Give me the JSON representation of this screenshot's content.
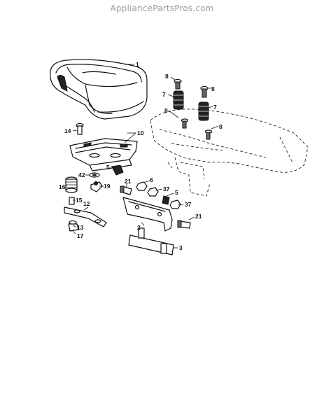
{
  "watermark": "AppliancePartsPros.com",
  "callouts": [
    {
      "key": "c1",
      "text": "1"
    },
    {
      "key": "c8a",
      "text": "8"
    },
    {
      "key": "c8b",
      "text": "8"
    },
    {
      "key": "c7a",
      "text": "7"
    },
    {
      "key": "c7b",
      "text": "7"
    },
    {
      "key": "c8c",
      "text": "8"
    },
    {
      "key": "c8d",
      "text": "8"
    },
    {
      "key": "c14",
      "text": "14"
    },
    {
      "key": "c10",
      "text": "10"
    },
    {
      "key": "c42",
      "text": "42"
    },
    {
      "key": "c5a",
      "text": "5"
    },
    {
      "key": "c16",
      "text": "16"
    },
    {
      "key": "c19",
      "text": "19"
    },
    {
      "key": "c21a",
      "text": "21"
    },
    {
      "key": "c6",
      "text": "6"
    },
    {
      "key": "c37a",
      "text": "37"
    },
    {
      "key": "c5b",
      "text": "5"
    },
    {
      "key": "c37b",
      "text": "37"
    },
    {
      "key": "c15",
      "text": "15"
    },
    {
      "key": "c12",
      "text": "12"
    },
    {
      "key": "c13",
      "text": "13"
    },
    {
      "key": "c17",
      "text": "17"
    },
    {
      "key": "c2",
      "text": "2"
    },
    {
      "key": "c21b",
      "text": "21"
    },
    {
      "key": "c3",
      "text": "3"
    }
  ]
}
